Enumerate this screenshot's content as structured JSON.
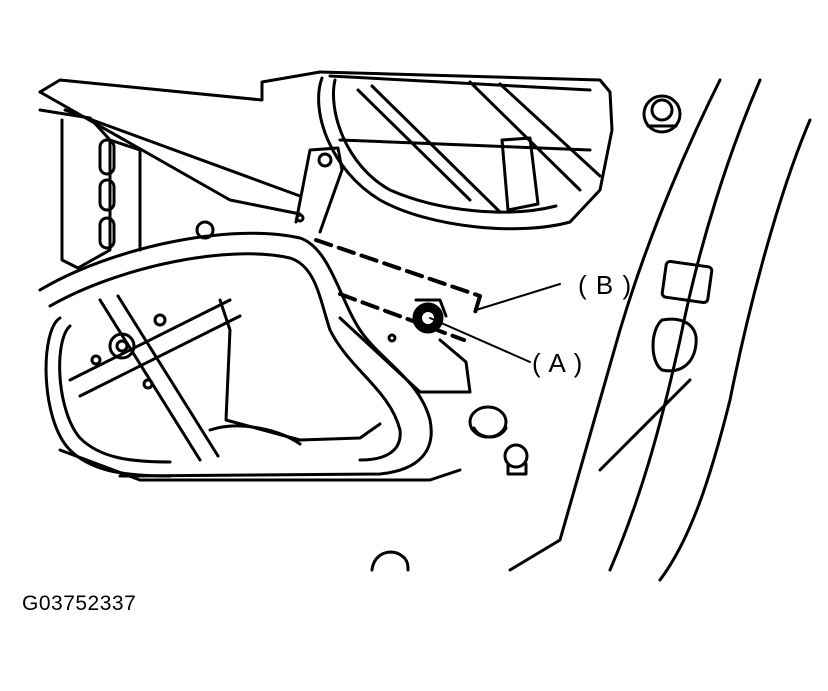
{
  "diagram": {
    "callouts": [
      {
        "id": "A",
        "label": "( A )"
      },
      {
        "id": "B",
        "label": "( B )"
      }
    ],
    "figure_code": "G03752337"
  }
}
